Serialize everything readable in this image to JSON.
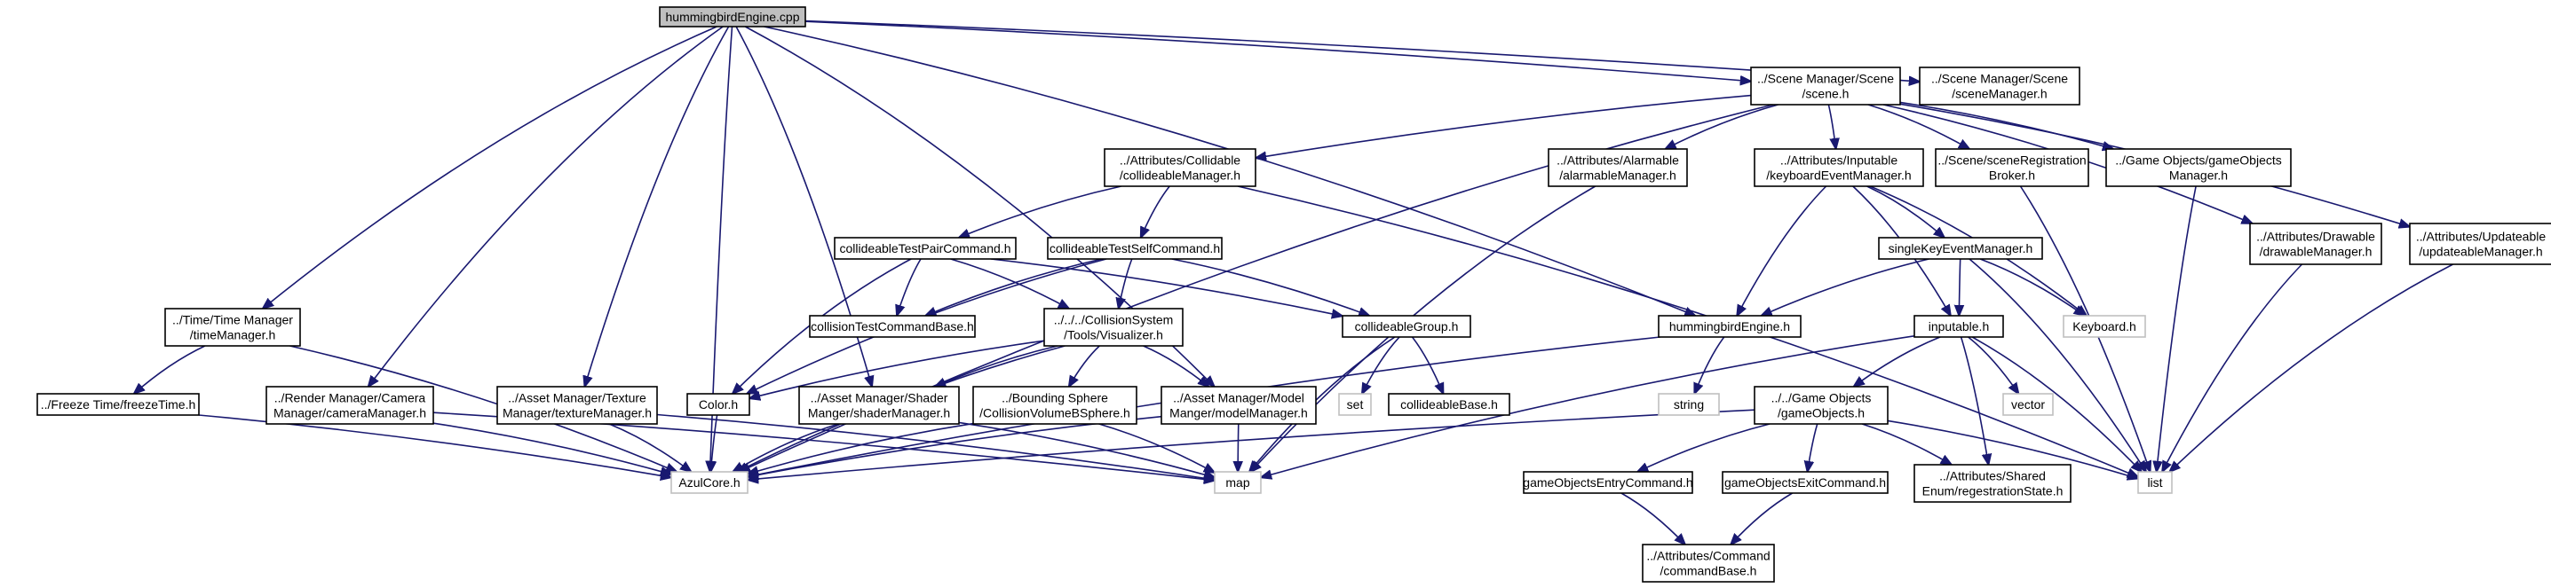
{
  "diagram": {
    "title": "",
    "colors": {
      "edge": "#191970",
      "root_fill": "#bfbfbf",
      "external_border": "#bfbfbf",
      "node_border": "#000000"
    },
    "nodes": [
      {
        "id": "root",
        "lines": [
          "hummingbirdEngine.cpp"
        ],
        "kind": "root"
      },
      {
        "id": "scene",
        "lines": [
          "../Scene Manager/Scene",
          "/scene.h"
        ],
        "kind": "file"
      },
      {
        "id": "sceneMgr",
        "lines": [
          "../Scene Manager/Scene",
          "/sceneManager.h"
        ],
        "kind": "file"
      },
      {
        "id": "collidable",
        "lines": [
          "../Attributes/Collidable",
          "/collideableManager.h"
        ],
        "kind": "file"
      },
      {
        "id": "alarmable",
        "lines": [
          "../Attributes/Alarmable",
          "/alarmableManager.h"
        ],
        "kind": "file"
      },
      {
        "id": "inputable",
        "lines": [
          "../Attributes/Inputable",
          "/keyboardEventManager.h"
        ],
        "kind": "file"
      },
      {
        "id": "sceneReg",
        "lines": [
          "../Scene/sceneRegistration",
          "Broker.h"
        ],
        "kind": "file"
      },
      {
        "id": "gameObjMgr",
        "lines": [
          "../Game Objects/gameObjects",
          "Manager.h"
        ],
        "kind": "file"
      },
      {
        "id": "drawable",
        "lines": [
          "../Attributes/Drawable",
          "/drawableManager.h"
        ],
        "kind": "file"
      },
      {
        "id": "updateable",
        "lines": [
          "../Attributes/Updateable",
          "/updateableManager.h"
        ],
        "kind": "file"
      },
      {
        "id": "pairCmd",
        "lines": [
          "collideableTestPairCommand.h"
        ],
        "kind": "file"
      },
      {
        "id": "selfCmd",
        "lines": [
          "collideableTestSelfCommand.h"
        ],
        "kind": "file"
      },
      {
        "id": "singleKey",
        "lines": [
          "singleKeyEventManager.h"
        ],
        "kind": "file"
      },
      {
        "id": "timeMgr",
        "lines": [
          "../Time/Time Manager",
          "/timeManager.h"
        ],
        "kind": "file"
      },
      {
        "id": "collBase",
        "lines": [
          "collisionTestCommandBase.h"
        ],
        "kind": "file"
      },
      {
        "id": "visualizer",
        "lines": [
          "../../../CollisionSystem",
          "/Tools/Visualizer.h"
        ],
        "kind": "file"
      },
      {
        "id": "collGroup",
        "lines": [
          "collideableGroup.h"
        ],
        "kind": "file"
      },
      {
        "id": "hbEngineH",
        "lines": [
          "hummingbirdEngine.h"
        ],
        "kind": "file"
      },
      {
        "id": "inputableH",
        "lines": [
          "inputable.h"
        ],
        "kind": "file"
      },
      {
        "id": "keyboard",
        "lines": [
          "Keyboard.h"
        ],
        "kind": "external"
      },
      {
        "id": "freezeTime",
        "lines": [
          "../Freeze Time/freezeTime.h"
        ],
        "kind": "file"
      },
      {
        "id": "cameraMgr",
        "lines": [
          "../Render Manager/Camera",
          "Manager/cameraManager.h"
        ],
        "kind": "file"
      },
      {
        "id": "textureMgr",
        "lines": [
          "../Asset Manager/Texture",
          "Manager/textureManager.h"
        ],
        "kind": "file"
      },
      {
        "id": "colorH",
        "lines": [
          "Color.h"
        ],
        "kind": "file"
      },
      {
        "id": "shaderMgr",
        "lines": [
          "../Asset Manager/Shader",
          "Manger/shaderManager.h"
        ],
        "kind": "file"
      },
      {
        "id": "bsphere",
        "lines": [
          "../Bounding Sphere",
          "/CollisionVolumeBSphere.h"
        ],
        "kind": "file"
      },
      {
        "id": "modelMgr",
        "lines": [
          "../Asset Manager/Model",
          "Manger/modelManager.h"
        ],
        "kind": "file"
      },
      {
        "id": "set",
        "lines": [
          "set"
        ],
        "kind": "external"
      },
      {
        "id": "collideableBase",
        "lines": [
          "collideableBase.h"
        ],
        "kind": "file"
      },
      {
        "id": "string",
        "lines": [
          "string"
        ],
        "kind": "external"
      },
      {
        "id": "gameObjects",
        "lines": [
          "../../Game Objects",
          "/gameObjects.h"
        ],
        "kind": "file"
      },
      {
        "id": "vector",
        "lines": [
          "vector"
        ],
        "kind": "external"
      },
      {
        "id": "azul",
        "lines": [
          "AzulCore.h"
        ],
        "kind": "external"
      },
      {
        "id": "map",
        "lines": [
          "map"
        ],
        "kind": "external"
      },
      {
        "id": "list",
        "lines": [
          "list"
        ],
        "kind": "external"
      },
      {
        "id": "regState",
        "lines": [
          "../Attributes/Shared",
          "Enum/regestrationState.h"
        ],
        "kind": "file"
      },
      {
        "id": "entryCmd",
        "lines": [
          "gameObjectsEntryCommand.h"
        ],
        "kind": "file"
      },
      {
        "id": "exitCmd",
        "lines": [
          "gameObjectsExitCommand.h"
        ],
        "kind": "file"
      },
      {
        "id": "cmdBase",
        "lines": [
          "../Attributes/Command",
          "/commandBase.h"
        ],
        "kind": "file"
      }
    ],
    "edges": [
      [
        "root",
        "scene"
      ],
      [
        "root",
        "sceneMgr"
      ],
      [
        "root",
        "hbEngineH"
      ],
      [
        "root",
        "timeMgr"
      ],
      [
        "root",
        "cameraMgr"
      ],
      [
        "root",
        "textureMgr"
      ],
      [
        "root",
        "shaderMgr"
      ],
      [
        "root",
        "modelMgr"
      ],
      [
        "root",
        "azul"
      ],
      [
        "scene",
        "collidable"
      ],
      [
        "scene",
        "alarmable"
      ],
      [
        "scene",
        "inputable"
      ],
      [
        "scene",
        "sceneReg"
      ],
      [
        "scene",
        "gameObjMgr"
      ],
      [
        "scene",
        "drawable"
      ],
      [
        "scene",
        "updateable"
      ],
      [
        "scene",
        "azul"
      ],
      [
        "collidable",
        "pairCmd"
      ],
      [
        "collidable",
        "selfCmd"
      ],
      [
        "collidable",
        "list"
      ],
      [
        "pairCmd",
        "collBase"
      ],
      [
        "pairCmd",
        "visualizer"
      ],
      [
        "pairCmd",
        "collGroup"
      ],
      [
        "pairCmd",
        "colorH"
      ],
      [
        "selfCmd",
        "collBase"
      ],
      [
        "selfCmd",
        "visualizer"
      ],
      [
        "selfCmd",
        "collGroup"
      ],
      [
        "selfCmd",
        "colorH"
      ],
      [
        "visualizer",
        "colorH"
      ],
      [
        "visualizer",
        "shaderMgr"
      ],
      [
        "visualizer",
        "bsphere"
      ],
      [
        "visualizer",
        "modelMgr"
      ],
      [
        "visualizer",
        "azul"
      ],
      [
        "collGroup",
        "set"
      ],
      [
        "collGroup",
        "collideableBase"
      ],
      [
        "collGroup",
        "map"
      ],
      [
        "alarmable",
        "map"
      ],
      [
        "inputable",
        "singleKey"
      ],
      [
        "inputable",
        "keyboard"
      ],
      [
        "inputable",
        "hbEngineH"
      ],
      [
        "inputable",
        "inputableH"
      ],
      [
        "singleKey",
        "keyboard"
      ],
      [
        "singleKey",
        "inputableH"
      ],
      [
        "singleKey",
        "hbEngineH"
      ],
      [
        "singleKey",
        "list"
      ],
      [
        "hbEngineH",
        "string"
      ],
      [
        "hbEngineH",
        "azul"
      ],
      [
        "inputableH",
        "vector"
      ],
      [
        "inputableH",
        "gameObjects"
      ],
      [
        "inputableH",
        "regState"
      ],
      [
        "inputableH",
        "list"
      ],
      [
        "inputableH",
        "map"
      ],
      [
        "gameObjects",
        "entryCmd"
      ],
      [
        "gameObjects",
        "exitCmd"
      ],
      [
        "gameObjects",
        "regState"
      ],
      [
        "gameObjects",
        "list"
      ],
      [
        "gameObjects",
        "azul"
      ],
      [
        "entryCmd",
        "cmdBase"
      ],
      [
        "exitCmd",
        "cmdBase"
      ],
      [
        "sceneReg",
        "list"
      ],
      [
        "gameObjMgr",
        "list"
      ],
      [
        "drawable",
        "list"
      ],
      [
        "updateable",
        "list"
      ],
      [
        "timeMgr",
        "freezeTime"
      ],
      [
        "timeMgr",
        "azul"
      ],
      [
        "freezeTime",
        "azul"
      ],
      [
        "cameraMgr",
        "azul"
      ],
      [
        "cameraMgr",
        "map"
      ],
      [
        "textureMgr",
        "azul"
      ],
      [
        "textureMgr",
        "map"
      ],
      [
        "colorH",
        "azul"
      ],
      [
        "shaderMgr",
        "azul"
      ],
      [
        "shaderMgr",
        "map"
      ],
      [
        "bsphere",
        "azul"
      ],
      [
        "bsphere",
        "map"
      ],
      [
        "modelMgr",
        "azul"
      ],
      [
        "modelMgr",
        "map"
      ]
    ]
  }
}
